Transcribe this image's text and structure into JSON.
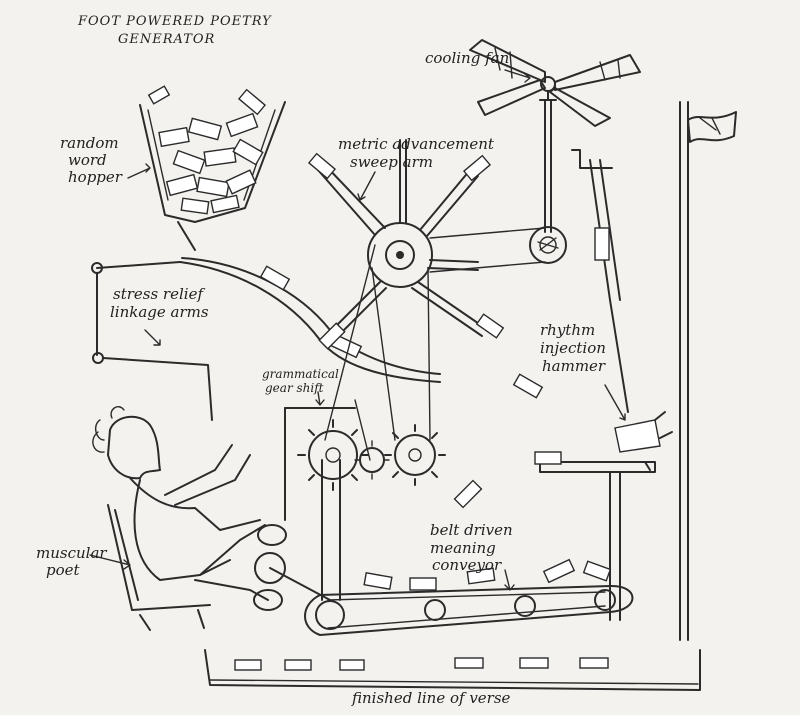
{
  "title_line1": "Foot Powered Poetry",
  "title_line2": "Generator",
  "labels": {
    "cooling_fan": "cooling fan",
    "random_word_hopper_1": "random",
    "random_word_hopper_2": "word",
    "random_word_hopper_3": "hopper",
    "metric_advancement_1": "metric advancement",
    "metric_advancement_2": "sweep arm",
    "stress_relief_1": "stress relief",
    "stress_relief_2": "linkage arms",
    "grammatical_1": "grammatical",
    "grammatical_2": "gear shift",
    "rhythm_1": "rhythm",
    "rhythm_2": "injection",
    "rhythm_3": "hammer",
    "muscular_1": "muscular",
    "muscular_2": "poet",
    "belt_1": "belt driven",
    "belt_2": "meaning",
    "belt_3": "conveyor",
    "finished": "finished line of verse"
  },
  "colors": {
    "ink": "#2b2b2b",
    "paper": "#f4f2ee"
  }
}
